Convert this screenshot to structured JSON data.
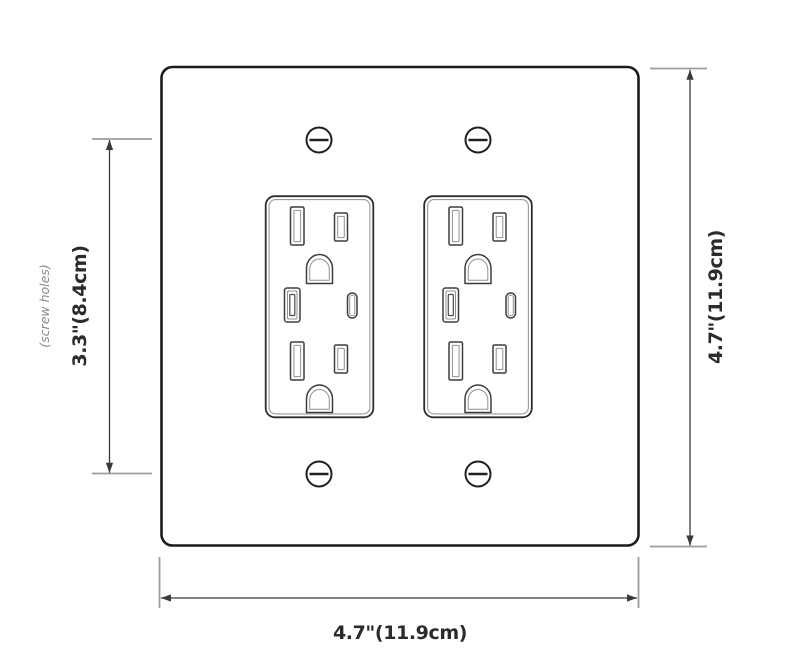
{
  "diagram": {
    "dimensions": {
      "width": {
        "label": "4.7\"(11.9cm)"
      },
      "height": {
        "label": "4.7\"(11.9cm)"
      },
      "screw_spacing": {
        "label": "3.3\"(8.4cm)",
        "note": "(screw holes)"
      }
    },
    "colors": {
      "background": "#ffffff",
      "plate_outline": "#1b1b1b",
      "detail_line_dark": "#3d3d3d",
      "detail_line_light": "#8f8f8f",
      "dimension_line": "#3a3a3a",
      "extension_line": "#9c9c9c",
      "label_text": "#2b2b2b",
      "note_text": "#8a8a8a"
    },
    "icons": {
      "screw": "screw-head-slotted-icon",
      "outlet_module": "usb-outlet-module-icon",
      "power_slot": "outlet-slot-icon",
      "ground": "ground-pin-hole-icon",
      "usb_a": "usb-a-port-icon",
      "usb_c": "usb-c-port-icon",
      "arrow": "dimension-arrow-icon"
    }
  }
}
